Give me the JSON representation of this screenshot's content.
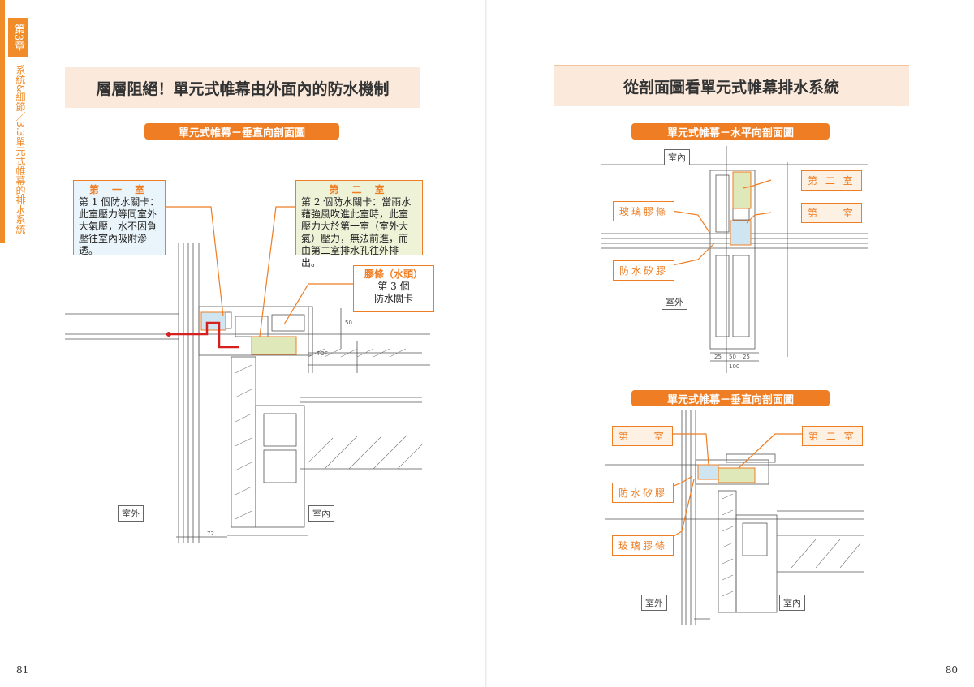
{
  "left_page": {
    "side_tab": {
      "chapter": "第3章",
      "section": "系統&細節／3.3單元式帷幕的排水系統"
    },
    "title": "層層阻絕！單元式帷幕由外面內的防水機制",
    "subtitle": "單元式帷幕－垂直向剖面圖",
    "note_first": {
      "title": "第 一 室",
      "body": "第 1 個防水關卡：此室壓力等同室外大氣壓，水不因負壓往室內吸附滲透。"
    },
    "note_second": {
      "title": "第 二 室",
      "body": "第 2 個防水關卡：當雨水藉強風吹進此室時，此室壓力大於第一室（室外大氣）壓力，無法前進，而由第二室排水孔往外排出。"
    },
    "note_gasket": {
      "title": "膠條（水頭）",
      "line1": "第 3 個",
      "line2": "防水關卡"
    },
    "label_outside": "室外",
    "label_inside": "室內",
    "page_number": "81"
  },
  "right_page": {
    "title": "從剖面圖看單元式帷幕排水系統",
    "horizontal_section": {
      "subtitle": "單元式帷幕－水平向剖面圖",
      "label_inside": "室內",
      "label_outside": "室外",
      "tags": {
        "second_room": "第 二 室",
        "first_room": "第 一 室",
        "glass_gasket": "玻璃膠條",
        "silicone": "防水矽膠"
      }
    },
    "vertical_section": {
      "subtitle": "單元式帷幕－垂直向剖面圖",
      "label_outside": "室外",
      "label_inside": "室內",
      "tags": {
        "first_room": "第 一 室",
        "second_room": "第 二 室",
        "silicone": "防水矽膠",
        "glass_gasket": "玻璃膠條"
      }
    },
    "page_number": "80"
  },
  "colors": {
    "accent": "#ee7d23",
    "title_band": "#fbeadc",
    "blue_fill": "#cfe6f2",
    "green_fill": "#dfe8b8"
  }
}
